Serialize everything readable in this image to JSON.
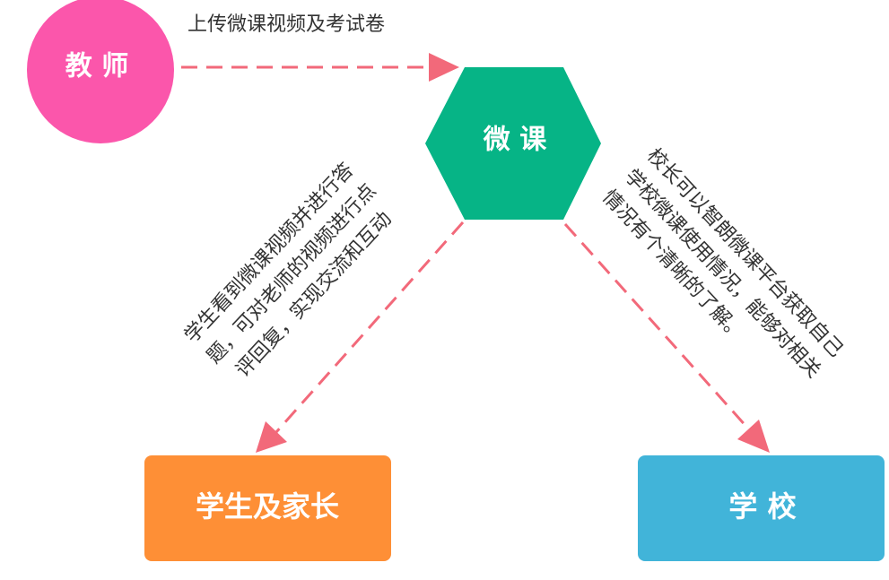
{
  "nodes": {
    "teacher": {
      "label": "教 师",
      "color": "#fb56ab"
    },
    "microcourse": {
      "label": "微 课",
      "color": "#06b486"
    },
    "students": {
      "label": "学生及家长",
      "color": "#fe8f36"
    },
    "school": {
      "label": "学 校",
      "color": "#41b4d9"
    }
  },
  "edges": {
    "teacher_to_microcourse": {
      "label": "上传微课视频及考试卷"
    },
    "microcourse_to_students": {
      "lines": [
        "学生看到微课视频并进行答",
        "题，可对老师的视频进行点",
        "评回复，实现交流和互动"
      ]
    },
    "microcourse_to_school": {
      "lines": [
        "校长可以智朗微课平台获取自己",
        "学校微课使用情况，能够对相关",
        "情况有个清晰的了解。"
      ]
    }
  },
  "colors": {
    "arrow": "#f2697a",
    "text": "#333333"
  }
}
